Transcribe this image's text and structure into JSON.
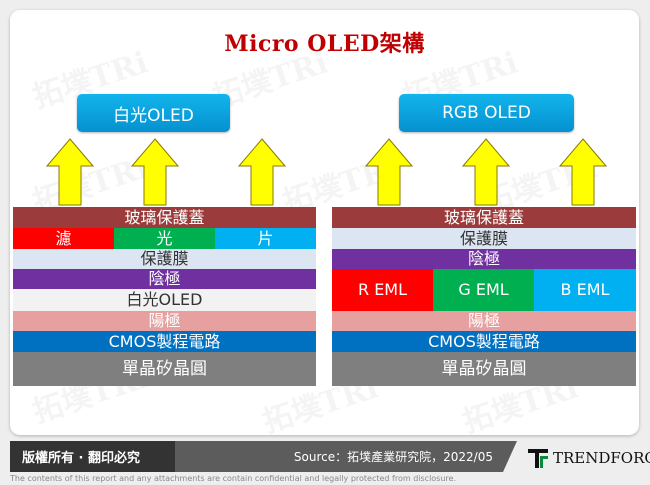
{
  "title": "Micro OLED架構",
  "watermark": "拓墣TRi",
  "left_diagram": {
    "top_box": "白光OLED",
    "layers": {
      "glass": "玻璃保護蓋",
      "filter": [
        "濾",
        "光",
        "片"
      ],
      "protect": "保護膜",
      "cathode": "陰極",
      "oled": "白光OLED",
      "anode": "陽極",
      "cmos": "CMOS製程電路",
      "wafer": "單晶矽晶圓"
    }
  },
  "right_diagram": {
    "top_box": "RGB OLED",
    "layers": {
      "glass": "玻璃保護蓋",
      "protect": "保護膜",
      "cathode": "陰極",
      "eml": [
        "R EML",
        "G EML",
        "B EML"
      ],
      "anode": "陽極",
      "cmos": "CMOS製程電路",
      "wafer": "單晶矽晶圓"
    }
  },
  "colors": {
    "glass": "#9b3b3b",
    "protect": "#dce6f2",
    "cathode": "#7030a0",
    "anode": "#e6a0a0",
    "cmos": "#0070c0",
    "wafer": "#7f7f7f",
    "red": "#ff0000",
    "green": "#00b050",
    "blue": "#00b0f0",
    "arrow": "#ffff00"
  },
  "footer": {
    "copyright": "版權所有 · 翻印必究",
    "source": "Source：拓墣產業研究院，2022/05",
    "brand": "TRENDFORCE",
    "disclaimer": "The contents of this report and any attachments are contain confidential and legally protected from disclosure."
  },
  "icons": {
    "brand_logo": "trendforce-logo-icon",
    "arrow": "up-arrow-icon"
  }
}
